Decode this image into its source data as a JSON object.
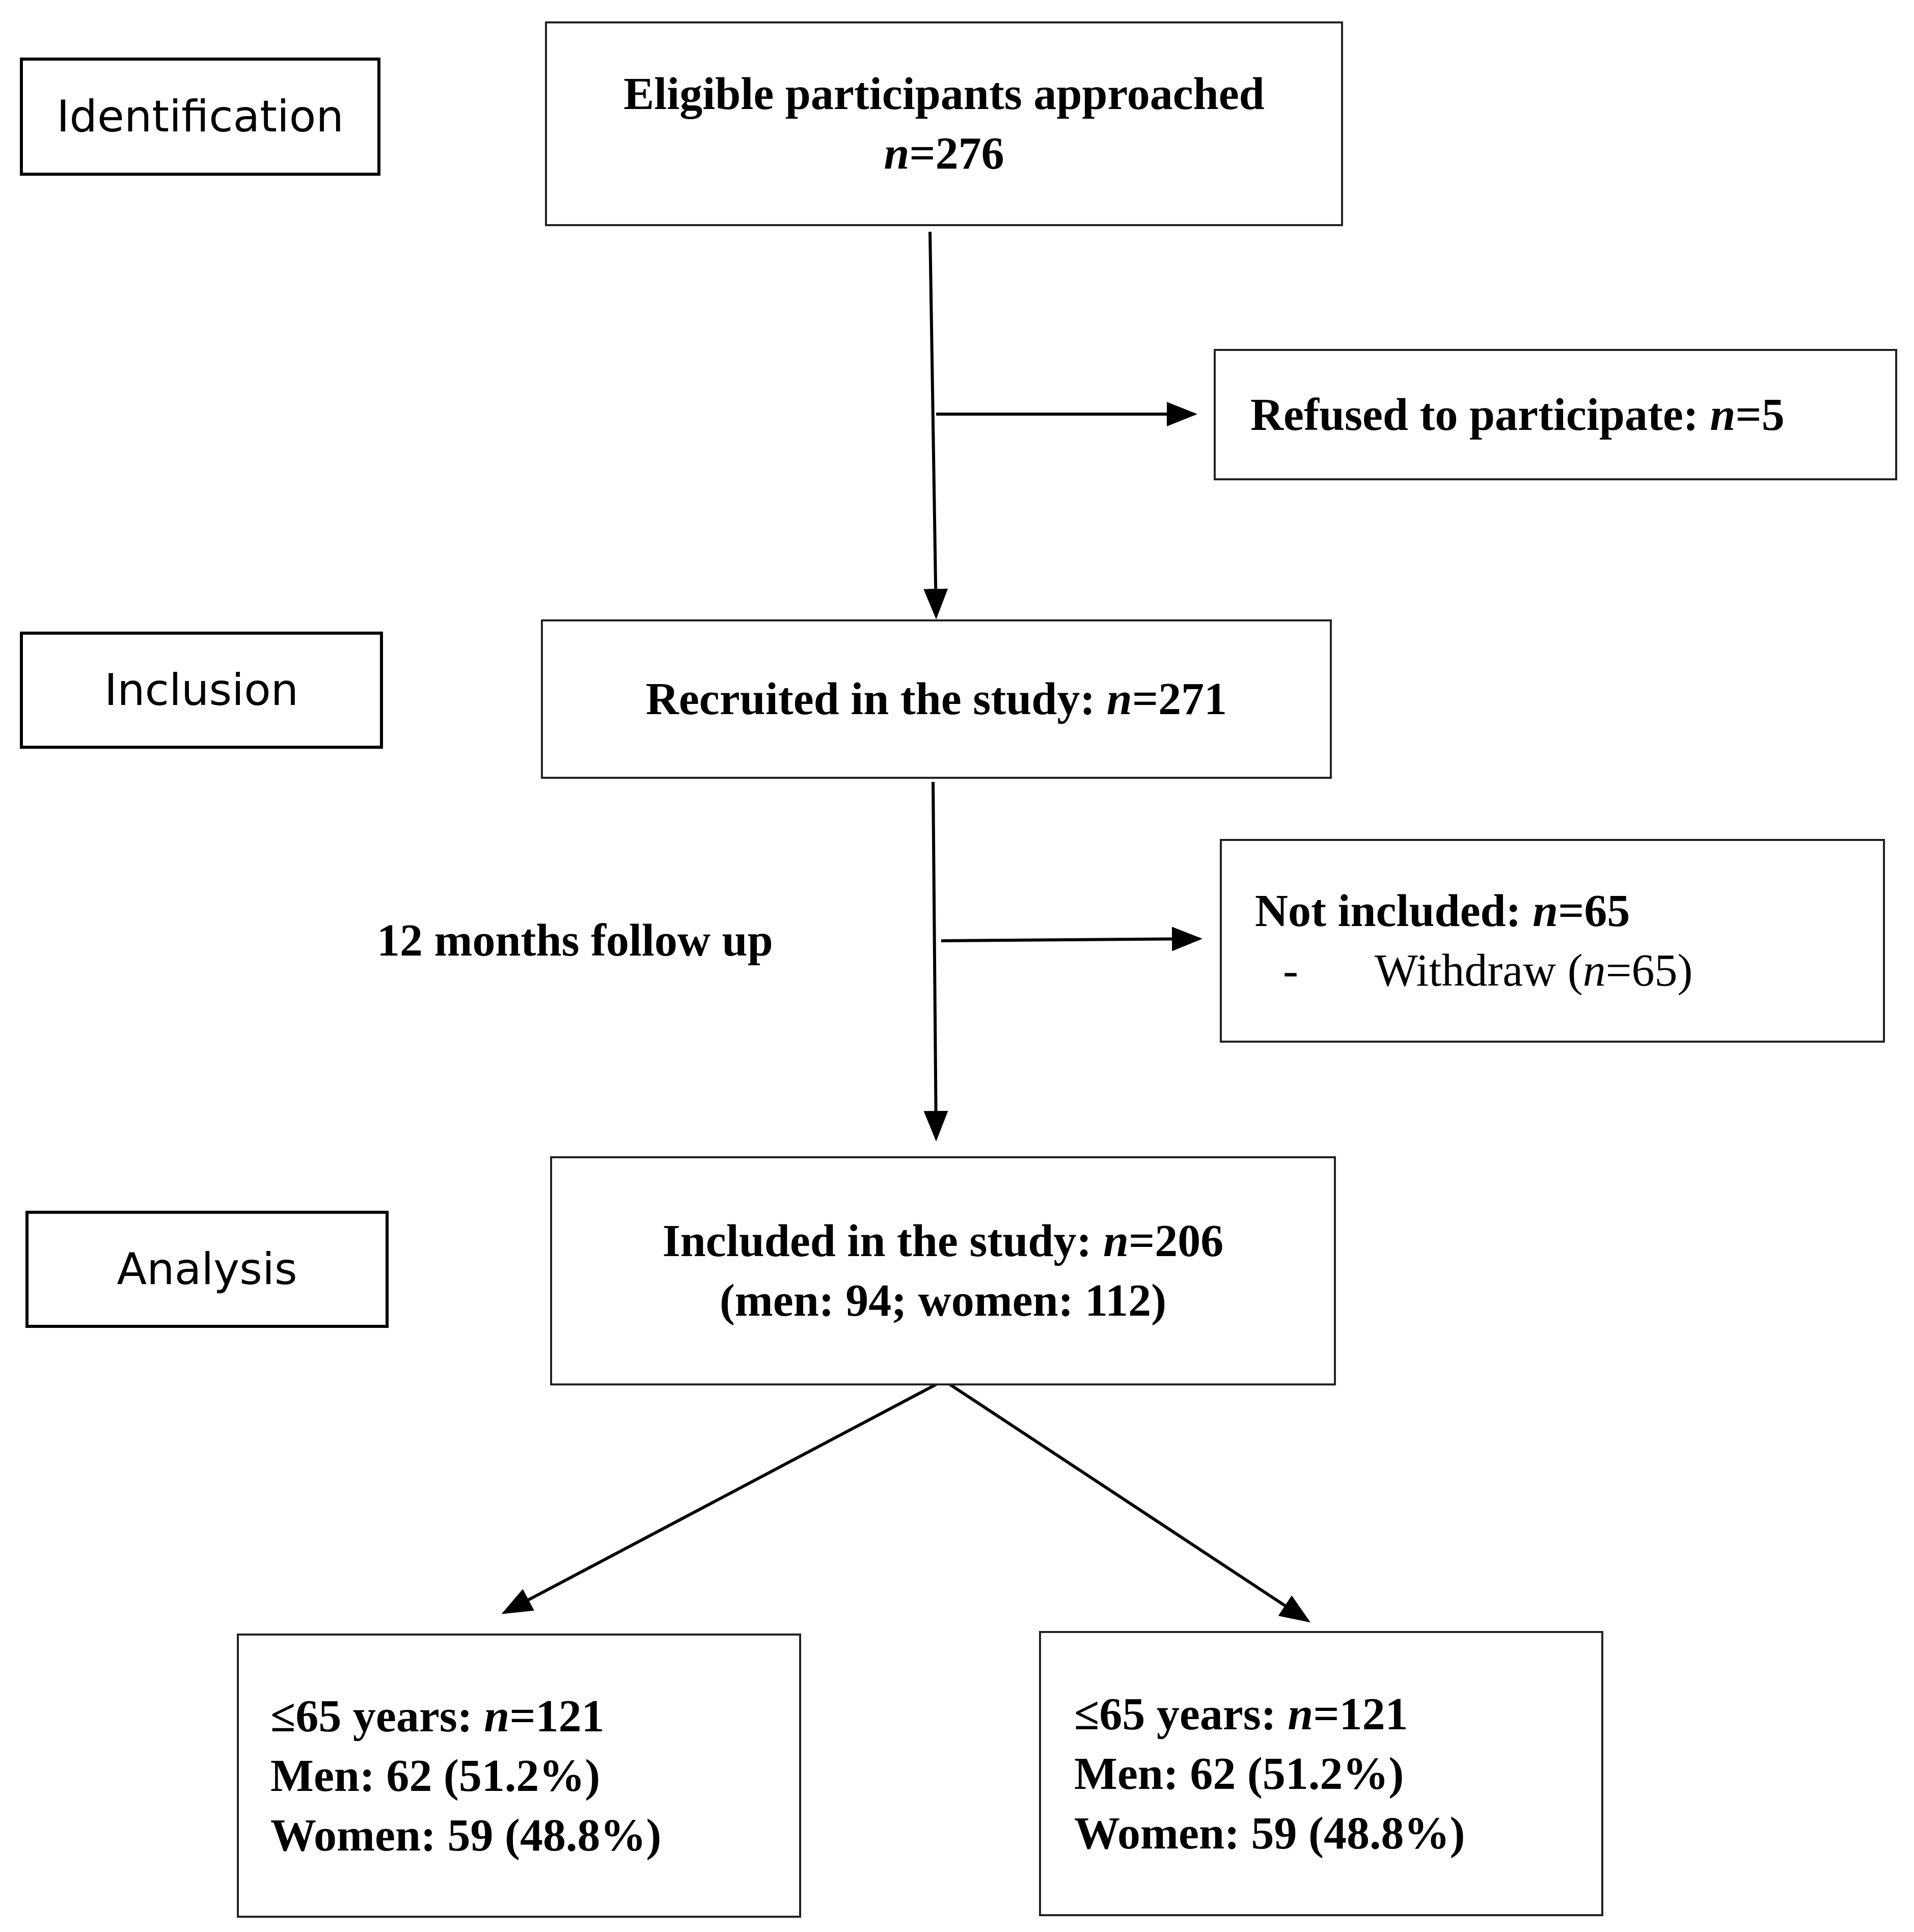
{
  "stages": {
    "identification": "Identification",
    "inclusion": "Inclusion",
    "analysis": "Analysis"
  },
  "n_symbol": "n",
  "eligible": {
    "title": "Eligible participants approached",
    "count": "=276"
  },
  "refused": {
    "prefix": "Refused to participate: ",
    "count": "=5"
  },
  "recruited": {
    "prefix": "Recruited in the study: ",
    "count": "=271"
  },
  "followup": {
    "label": "12 months follow up"
  },
  "not_included": {
    "prefix": "Not included: ",
    "count": "=65",
    "bullet": "-",
    "reason_prefix": "Withdraw (",
    "reason_count": "=65)"
  },
  "included": {
    "prefix": "Included in the study: ",
    "count": "=206",
    "breakdown": "(men: 94; women: 112)"
  },
  "group_left": {
    "age_prefix": "≤65 years: ",
    "age_count": "=121",
    "men": "Men: 62 (51.2%)",
    "women": "Women: 59 (48.8%)"
  },
  "group_right": {
    "age_prefix": "≤65 years: ",
    "age_count": "=121",
    "men": "Men: 62 (51.2%)",
    "women": "Women: 59 (48.8%)"
  }
}
